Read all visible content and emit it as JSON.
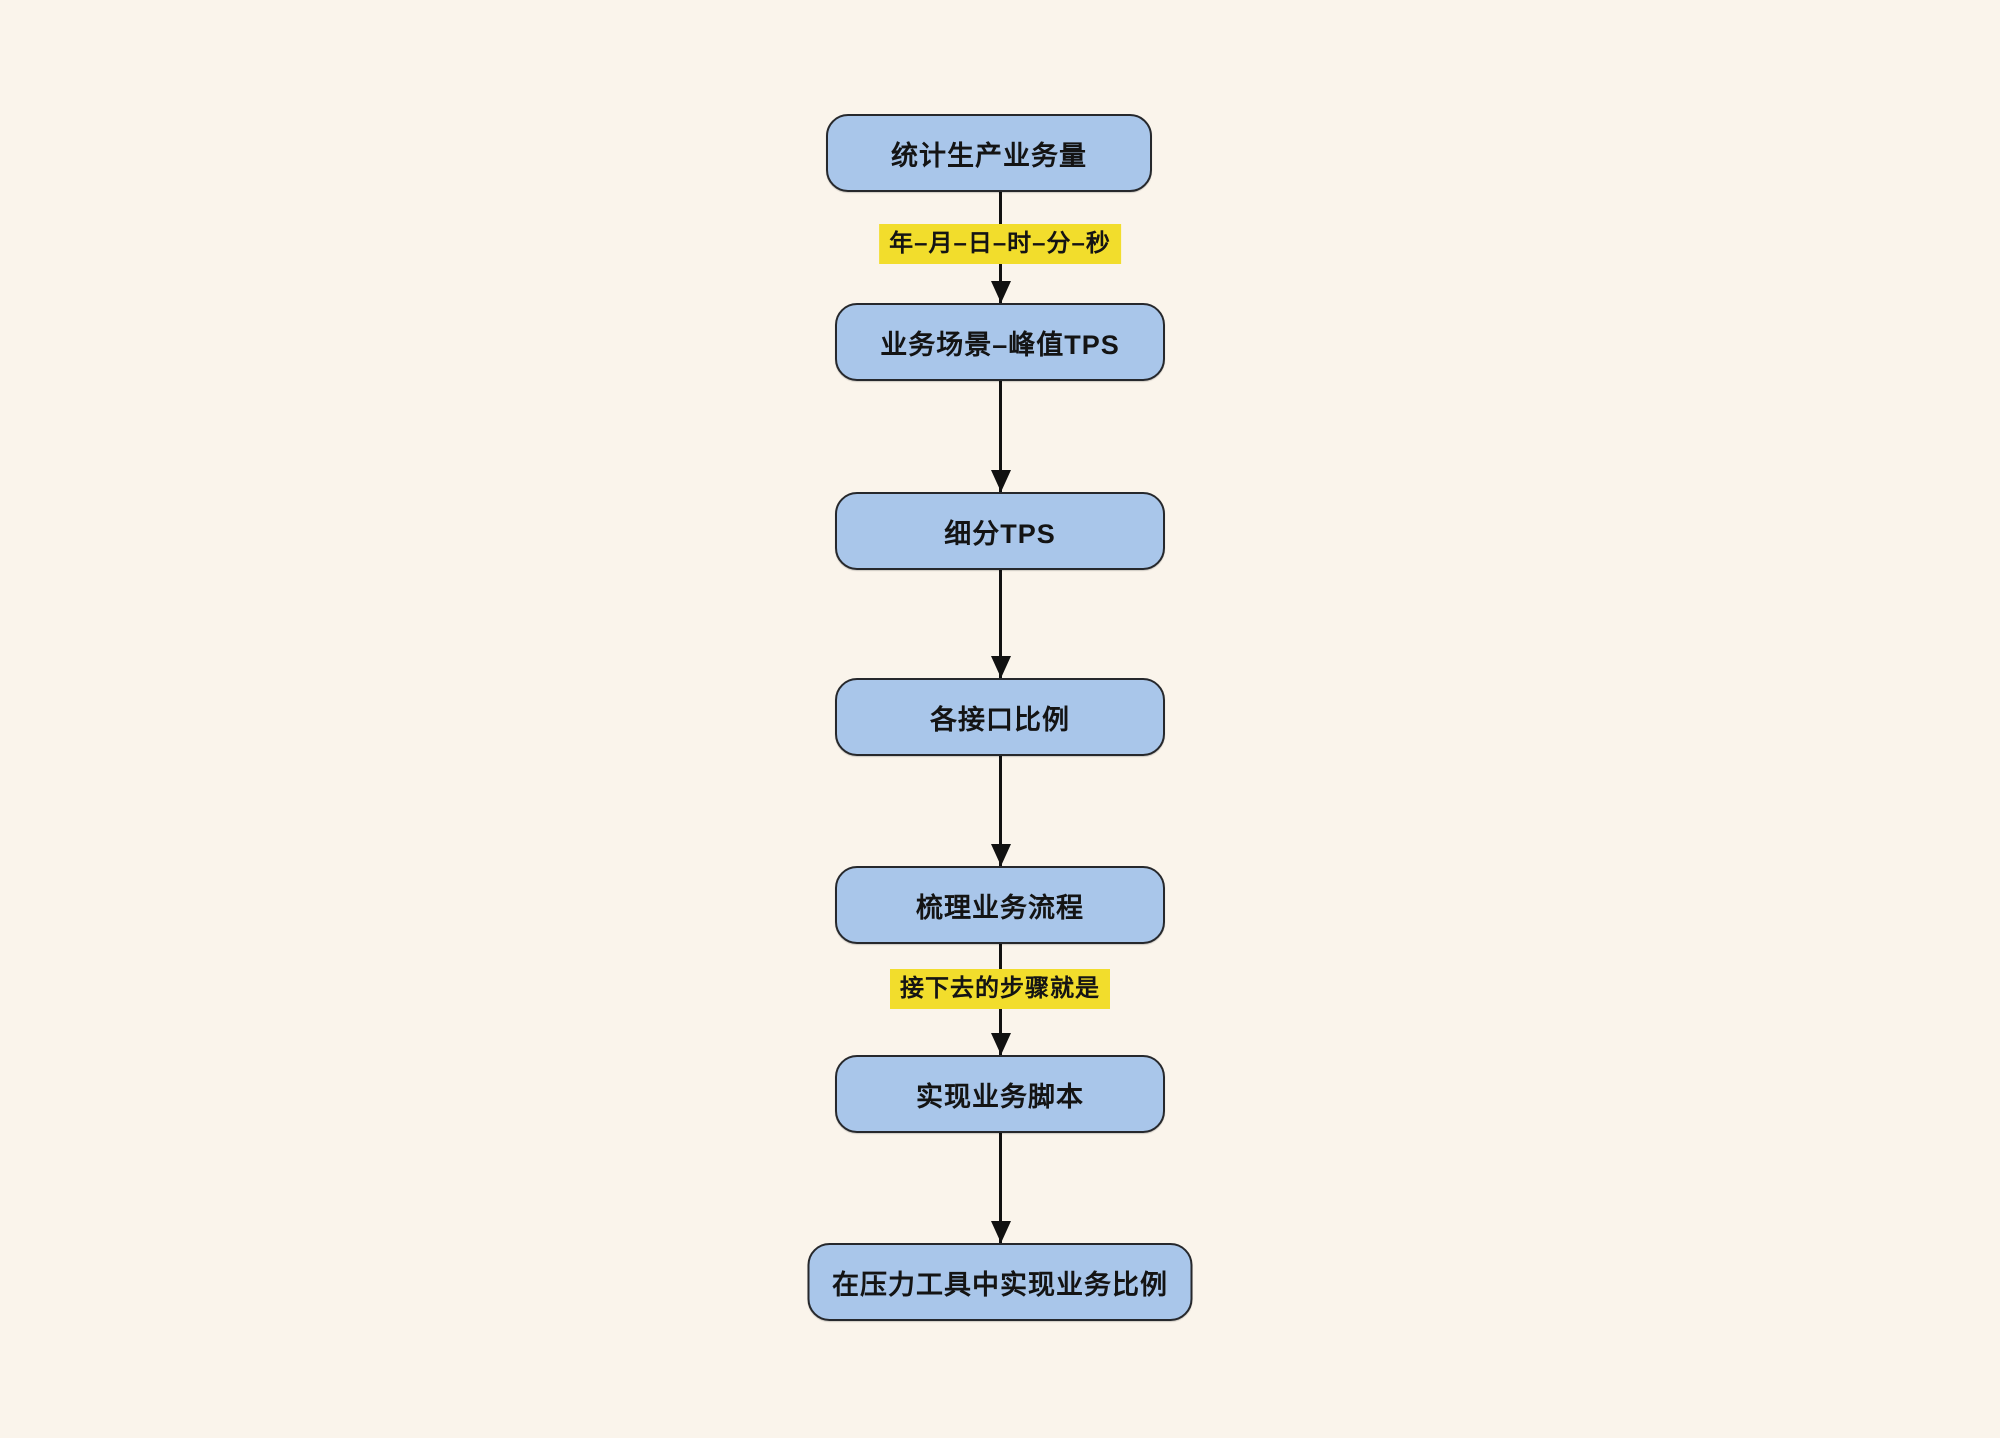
{
  "diagram": {
    "type": "flowchart",
    "direction": "top-down",
    "background_color": "#FAF4EB",
    "node_fill_color": "#A9C6EA",
    "node_border_color": "#26282C",
    "node_text_color": "#141414",
    "edge_label_background_color": "#F2DD2C",
    "arrow_color": "#111111",
    "nodes": [
      {
        "id": "n1",
        "label": "统计生产业务量"
      },
      {
        "id": "n2",
        "label": "业务场景–峰值TPS"
      },
      {
        "id": "n3",
        "label": "细分TPS"
      },
      {
        "id": "n4",
        "label": "各接口比例"
      },
      {
        "id": "n5",
        "label": "梳理业务流程"
      },
      {
        "id": "n6",
        "label": "实现业务脚本"
      },
      {
        "id": "n7",
        "label": "在压力工具中实现业务比例"
      }
    ],
    "edges": [
      {
        "from": "n1",
        "to": "n2",
        "label": "年–月–日–时–分–秒"
      },
      {
        "from": "n2",
        "to": "n3",
        "label": ""
      },
      {
        "from": "n3",
        "to": "n4",
        "label": ""
      },
      {
        "from": "n4",
        "to": "n5",
        "label": ""
      },
      {
        "from": "n5",
        "to": "n6",
        "label": "接下去的步骤就是"
      },
      {
        "from": "n6",
        "to": "n7",
        "label": ""
      }
    ]
  }
}
